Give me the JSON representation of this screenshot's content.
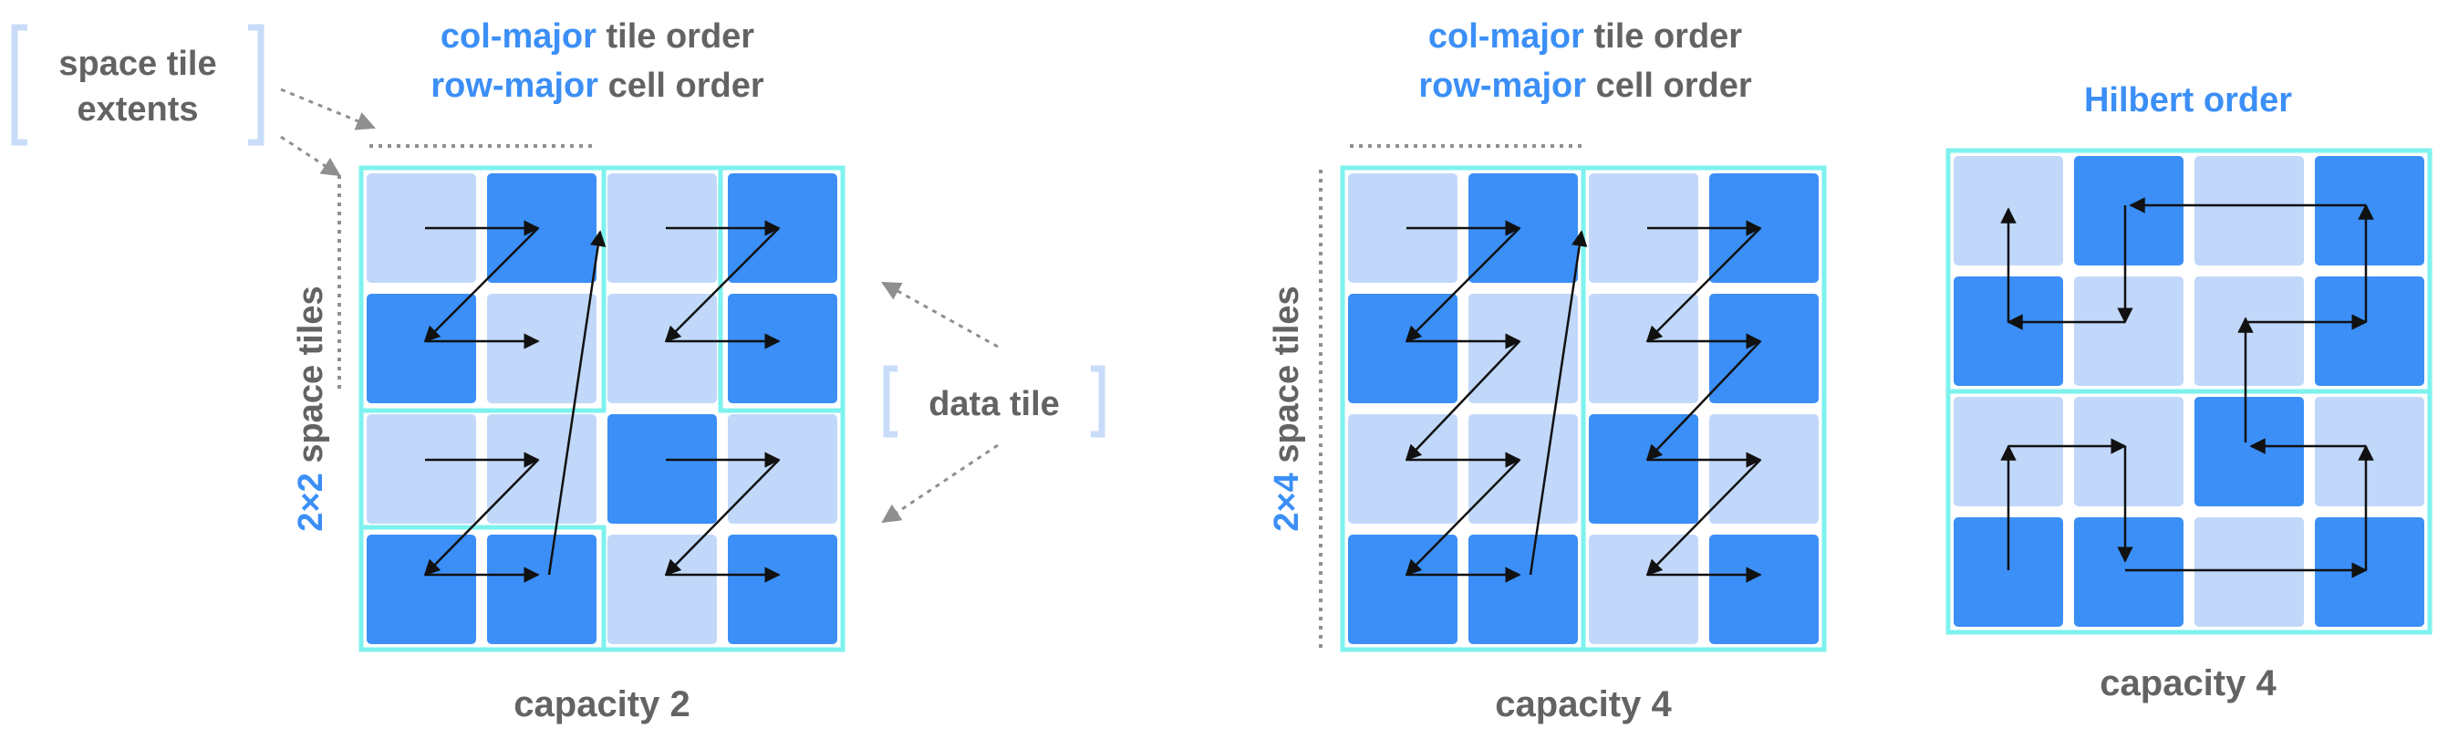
{
  "colors": {
    "blue": "#3b8ff7",
    "light": "#c1d8fa",
    "cyan": "#7df2ee",
    "gray_text": "#636363",
    "bracket": "#c8dcfa",
    "dotted": "#8f8f8f"
  },
  "icons": [
    "arrow-icon",
    "bracket-icon"
  ],
  "labels": {
    "space_tile_extents_1": "space tile",
    "space_tile_extents_2": "extents",
    "data_tile": "data tile"
  },
  "panels": [
    {
      "title_1_blue": "col-major",
      "title_1_rest": " tile order",
      "title_2_blue": "row-major",
      "title_2_rest": " cell order",
      "side_blue": "2×2",
      "side_rest": " space tiles",
      "caption": "capacity 2",
      "cells": [
        [
          0,
          1,
          0,
          1
        ],
        [
          1,
          0,
          0,
          1
        ],
        [
          0,
          0,
          1,
          0
        ],
        [
          1,
          1,
          0,
          1
        ]
      ]
    },
    {
      "title_1_blue": "col-major",
      "title_1_rest": " tile order",
      "title_2_blue": "row-major",
      "title_2_rest": " cell order",
      "side_blue": "2×4",
      "side_rest": " space tiles",
      "caption": "capacity 4",
      "cells": [
        [
          0,
          1,
          0,
          1
        ],
        [
          1,
          0,
          0,
          1
        ],
        [
          0,
          0,
          1,
          0
        ],
        [
          1,
          1,
          0,
          1
        ]
      ]
    },
    {
      "title_1_blue": "Hilbert order",
      "caption": "capacity 4",
      "cells": [
        [
          0,
          1,
          0,
          1
        ],
        [
          1,
          0,
          0,
          1
        ],
        [
          0,
          0,
          1,
          0
        ],
        [
          1,
          1,
          0,
          1
        ]
      ]
    }
  ]
}
